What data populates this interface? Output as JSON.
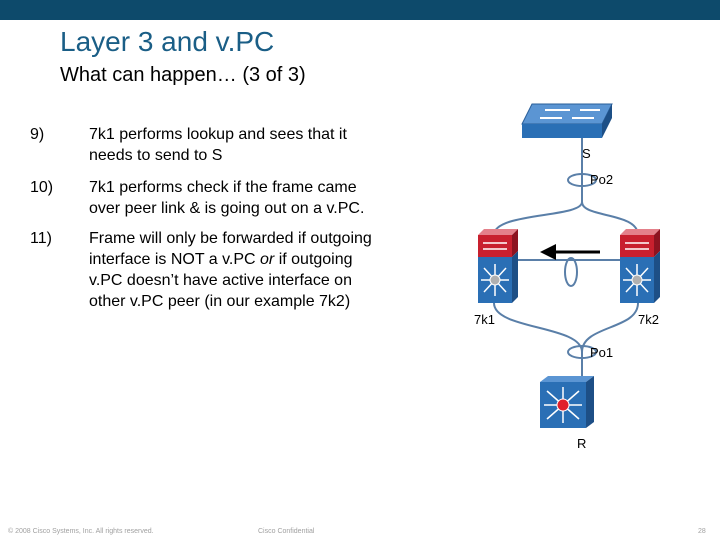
{
  "slide": {
    "title": "Layer 3 and v.PC",
    "subtitle": "What can happen… (3 of 3)"
  },
  "steps": [
    {
      "number": "9)",
      "lines": [
        "7k1 performs lookup and sees that it",
        "needs to send to S"
      ]
    },
    {
      "number": "10)",
      "lines": [
        "7k1 performs check if the frame came",
        "over peer link & is going out on a v.PC."
      ]
    },
    {
      "number": "11)",
      "lines": [
        "Frame will only be forwarded if outgoing",
        "interface is NOT a v.PC ",
        "v.PC doesn’t have active interface on",
        "other v.PC peer (in our example 7k2)"
      ],
      "emphasis": "or",
      "line2_tail": " if outgoing"
    }
  ],
  "diagram": {
    "labels": {
      "s": "S",
      "po2": "Po2",
      "n7k1": "7k1",
      "n7k2": "7k2",
      "po1": "Po1",
      "r": "R"
    },
    "colors": {
      "link": "#5a7fa8",
      "device_blue": "#2a6fb5",
      "device_red": "#c8202e",
      "arrow": "#000000"
    }
  },
  "footer": {
    "copyright": "© 2008 Cisco Systems, Inc. All rights reserved.",
    "confidential": "Cisco Confidential",
    "page": "28"
  }
}
